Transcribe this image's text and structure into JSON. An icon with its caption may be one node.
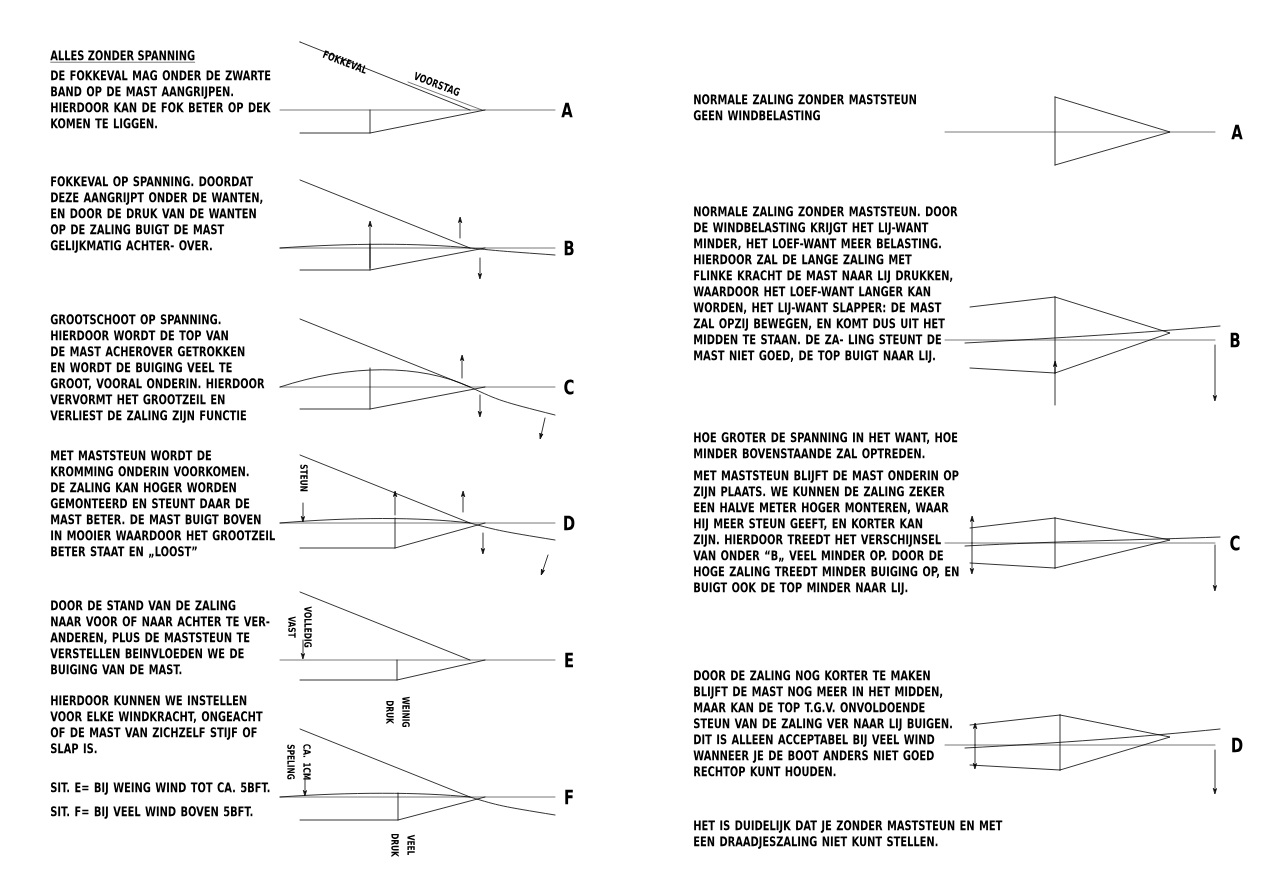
{
  "diagram": {
    "labels": [
      "ALLES ZONDER SPANNING",
      "DE FOKKEVAL MAG ONDER DE ZWARTE BAND OP DE MAST AANGRIJPEN. HIERDOOR KAN DE FOK BETER OP DEK KOMEN TE LIGGEN.",
      "FOKKEVAL",
      "VOORSTAG",
      "A",
      "FOKKEVAL OP SPANNING. DOORDAT DEZE AANGRIJPT ONDER DE WANTEN, EN DOOR DE DRUK VAN DE WANTEN OP DE ZALING BUIGT DE MAST GELIJKMATIG ACHTER- OVER.",
      "B",
      "GROOTSCHOOT OP SPANNING. HIERDOOR WORDT DE TOP VAN DE MAST ACHEROVER GETROKKEN EN WORDT DE BUIGING VEEL TE GROOT, VOORAL ONDERIN. HIERDOOR VERVORMT HET GROOTZEIL EN VERLIEST DE ZALING ZIJN FUNCTIE",
      "C",
      "MET MASTSTEUN WORDT DE KROMMING ONDERIN VOORKOMEN. DE ZALING KAN HOGER WORDEN GEMONTEERD EN STEUNT DAAR DE MAST BETER. DE MAST BUIGT BOVEN IN MOOIER WAARDOOR HET GROOTZEIL BETER STAAT EN „LOOST”",
      "STEUN",
      "D",
      "DOOR DE STAND VAN DE ZALING NAAR VOOR OF NAAR ACHTER TE VER- ANDEREN, PLUS DE MASTSTEUN TE VERSTELLEN BEINVLOEDEN WE DE BUIGING VAN DE MAST.",
      "VOLLEDIG VAST",
      "E",
      "WEINIG DRUK",
      "HIERDOOR KUNNEN WE INSTELLEN VOOR ELKE WINDKRACHT, ONGEACHT OF DE MAST VAN ZICHZELF STIJF OF SLAP IS.",
      "CA. 1CM SPELING",
      "SIT. E= BIJ WEING WIND TOT CA. 5BFT.",
      "F",
      "SIT. F= BIJ VEEL WIND BOVEN 5BFT.",
      "VEEL DRUK",
      "NORMALE ZALING ZONDER MASTSTEUN GEEN WINDBELASTING",
      "A",
      "NORMALE ZALING ZONDER MASTSTEUN. DOOR DE WINDBELASTING KRIJGT HET LIJ-WANT MINDER, HET LOEF-WANT MEER BELASTING. HIERDOOR ZAL DE LANGE ZALING MET FLINKE KRACHT DE MAST NAAR LIJ DRUKKEN, WAARDOOR HET LOEF-WANT LANGER KAN WORDEN, HET LIJ-WANT SLAPPER: DE MAST ZAL OPZIJ BEWEGEN, EN KOMT DUS UIT HET MIDDEN TE STAAN. DE ZA- LING STEUNT DE MAST NIET GOED, DE TOP BUIGT NAAR LIJ.",
      "B",
      "HOE GROTER DE SPANNING IN HET WANT, HOE MINDER BOVENSTAANDE ZAL OPTREDEN.",
      "MET MASTSTEUN BLIJFT DE MAST ONDERIN OP ZIJN PLAATS. WE KUNNEN DE ZALING ZEKER EEN HALVE METER HOGER MONTEREN, WAAR HIJ MEER STEUN GEEFT, EN KORTER KAN ZIJN. HIERDOOR TREEDT HET VERSCHIJNSEL VAN ONDER “B„ VEEL MINDER OP. DOOR DE HOGE ZALING TREEDT MINDER BUIGING OP, EN BUIGT OOK DE TOP MINDER NAAR LIJ.",
      "C",
      "DOOR DE ZALING NOG KORTER TE MAKEN BLIJFT DE MAST NOG MEER IN HET MIDDEN, MAAR KAN DE TOP T.G.V. ONVOLDOENDE STEUN VAN DE ZALING VER NAAR LIJ BUIGEN. DIT IS ALLEEN ACCEPTABEL BIJ VEEL WIND WANNEER JE DE BOOT ANDERS NIET GOED RECHTOP KUNT HOUDEN.",
      "D",
      "HET IS DUIDELIJK DAT JE ZONDER MASTSTEUN EN MET EEN DRAADJESZALING NIET KUNT STELLEN."
    ]
  }
}
